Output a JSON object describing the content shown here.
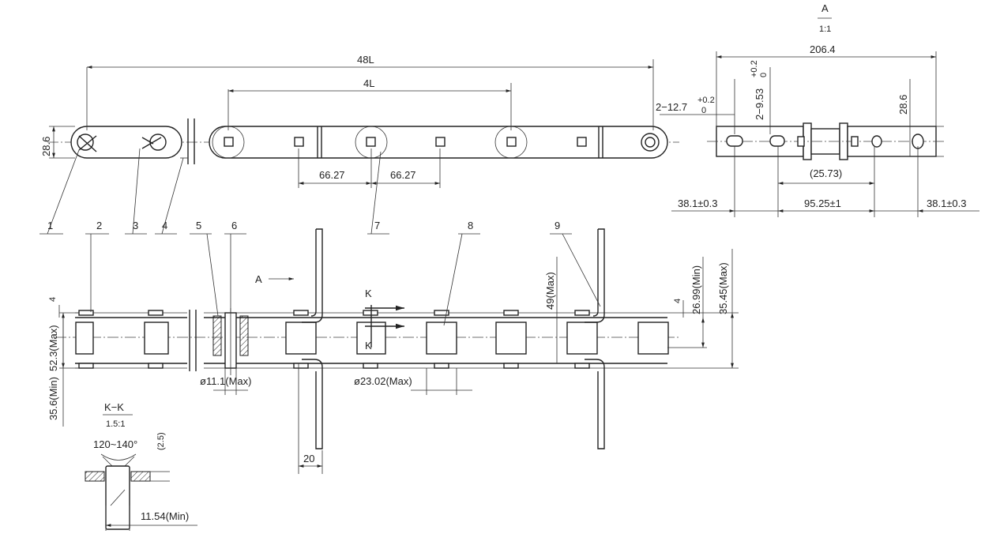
{
  "top_view": {
    "dims": {
      "overall_length": "48L",
      "pitch_group": "4L",
      "height": "28.6",
      "pitch_left": "66.27",
      "pitch_right": "66.27"
    }
  },
  "section_a": {
    "title": "A",
    "scale": "1:1",
    "dims": {
      "width": "206.4",
      "hole_small_base": "2−12.7",
      "hole_small_tol_upper": "+0.2",
      "hole_small_tol_lower": "0",
      "hole_large_base": "2−9.53",
      "hole_large_tol_upper": "+0.2",
      "hole_large_tol_lower": "0",
      "height": "28.6",
      "inner_ref": "(25.73)",
      "left_offset": "38.1±0.3",
      "hole_spacing": "95.25±1",
      "right_offset": "38.1±0.3"
    }
  },
  "side_view": {
    "dims": {
      "outer_width": "52.3(Max)",
      "inner_width": "35.6(Min)",
      "plate_thk_left": "4",
      "plate_thk_right": "4",
      "inner_min": "26.99(Min)",
      "outer_max": "35.45(Max)",
      "flight_height": "49(Max)",
      "pin_dia": "ø11.1(Max)",
      "roller_dia": "ø23.02(Max)",
      "flight_width": "20"
    },
    "view_labels": {
      "view_a": "A",
      "section_k_top": "K",
      "section_k_bottom": "K"
    }
  },
  "detail_kk": {
    "title": "K−K",
    "scale": "1.5:1",
    "angle": "120~140°",
    "depth": "(2.5)",
    "bore": "11.54(Min)"
  },
  "balloons": [
    "1",
    "2",
    "3",
    "4",
    "5",
    "6",
    "7",
    "8",
    "9"
  ]
}
